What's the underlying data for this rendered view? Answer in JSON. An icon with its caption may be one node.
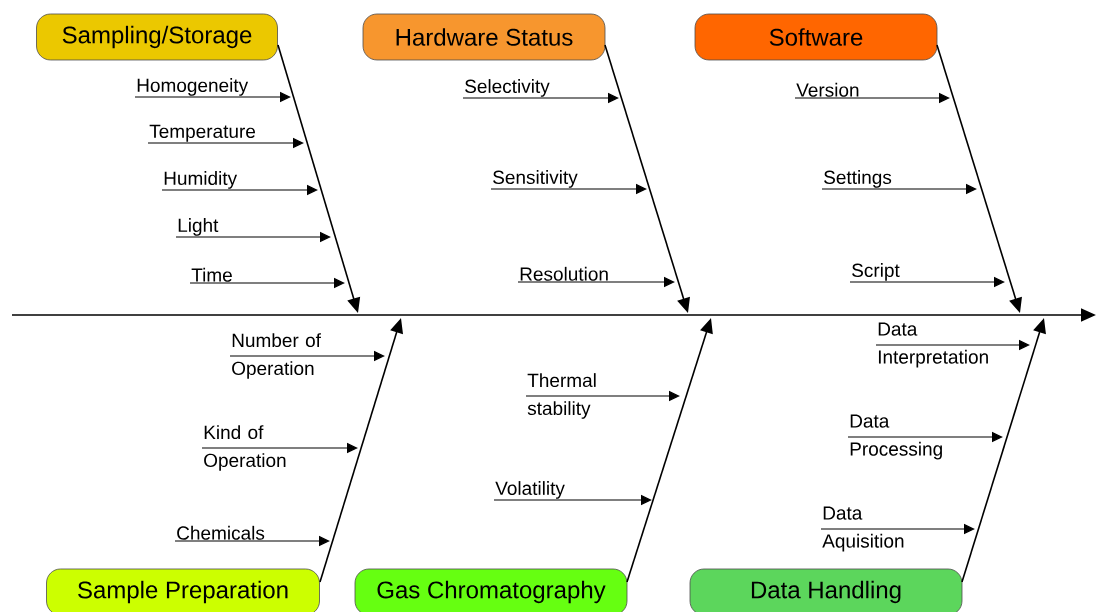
{
  "diagram": {
    "nodes": [
      {
        "text": [
          "Sampling/Storage"
        ]
      },
      {
        "text": [
          "Hardware Status"
        ]
      },
      {
        "text": [
          "Software"
        ]
      },
      {
        "text": [
          "Homogeneity"
        ]
      },
      {
        "text": [
          "Temperature"
        ]
      },
      {
        "text": [
          "Humidity"
        ]
      },
      {
        "text": [
          "Light"
        ]
      },
      {
        "text": [
          "Time"
        ]
      },
      {
        "text": [
          "Selectivity"
        ]
      },
      {
        "text": [
          "Sensitivity"
        ]
      },
      {
        "text": [
          "Resolution"
        ]
      },
      {
        "text": [
          "Version"
        ]
      },
      {
        "text": [
          "Settings"
        ]
      },
      {
        "text": [
          "Script"
        ]
      },
      {
        "text": [
          "Number of Operation"
        ]
      },
      {
        "text": [
          "Kind of Operation"
        ]
      },
      {
        "text": [
          "Chemicals"
        ]
      },
      {
        "text": [
          "Thermal stability"
        ]
      },
      {
        "text": [
          "Volatility"
        ]
      },
      {
        "text": [
          "Data Interpretation"
        ]
      },
      {
        "text": [
          "Data Processing"
        ]
      },
      {
        "text": [
          "Data Aquisition"
        ]
      },
      {
        "text": [
          "Sample Preparation"
        ]
      },
      {
        "text": [
          "Gas Chromatography"
        ]
      },
      {
        "text": [
          "Data Handling"
        ]
      }
    ],
    "edges": [
      {
        "from": 0,
        "to": null,
        "arrow": "to"
      },
      {
        "from": 1,
        "to": null,
        "arrow": "to"
      },
      {
        "from": 2,
        "to": null,
        "arrow": "to"
      },
      {
        "from": 22,
        "to": null,
        "arrow": "to"
      },
      {
        "from": 23,
        "to": null,
        "arrow": "to"
      },
      {
        "from": 24,
        "to": null,
        "arrow": "to"
      },
      {
        "from": 3,
        "to": null,
        "arrow": "to"
      },
      {
        "from": 4,
        "to": null,
        "arrow": "to"
      },
      {
        "from": 5,
        "to": null,
        "arrow": "to"
      },
      {
        "from": 6,
        "to": null,
        "arrow": "to"
      },
      {
        "from": 7,
        "to": null,
        "arrow": "to"
      },
      {
        "from": 8,
        "to": null,
        "arrow": "to"
      },
      {
        "from": 9,
        "to": null,
        "arrow": "to"
      },
      {
        "from": 10,
        "to": null,
        "arrow": "to"
      },
      {
        "from": 11,
        "to": null,
        "arrow": "to"
      },
      {
        "from": 12,
        "to": null,
        "arrow": "to"
      },
      {
        "from": 13,
        "to": null,
        "arrow": "to"
      },
      {
        "from": 14,
        "to": null,
        "arrow": "to"
      },
      {
        "from": 15,
        "to": null,
        "arrow": "to"
      },
      {
        "from": 16,
        "to": null,
        "arrow": "to"
      },
      {
        "from": 17,
        "to": null,
        "arrow": "to"
      },
      {
        "from": 18,
        "to": null,
        "arrow": "to"
      },
      {
        "from": 19,
        "to": null,
        "arrow": "to"
      },
      {
        "from": 20,
        "to": null,
        "arrow": "to"
      },
      {
        "from": 21,
        "to": null,
        "arrow": "to"
      }
    ]
  }
}
